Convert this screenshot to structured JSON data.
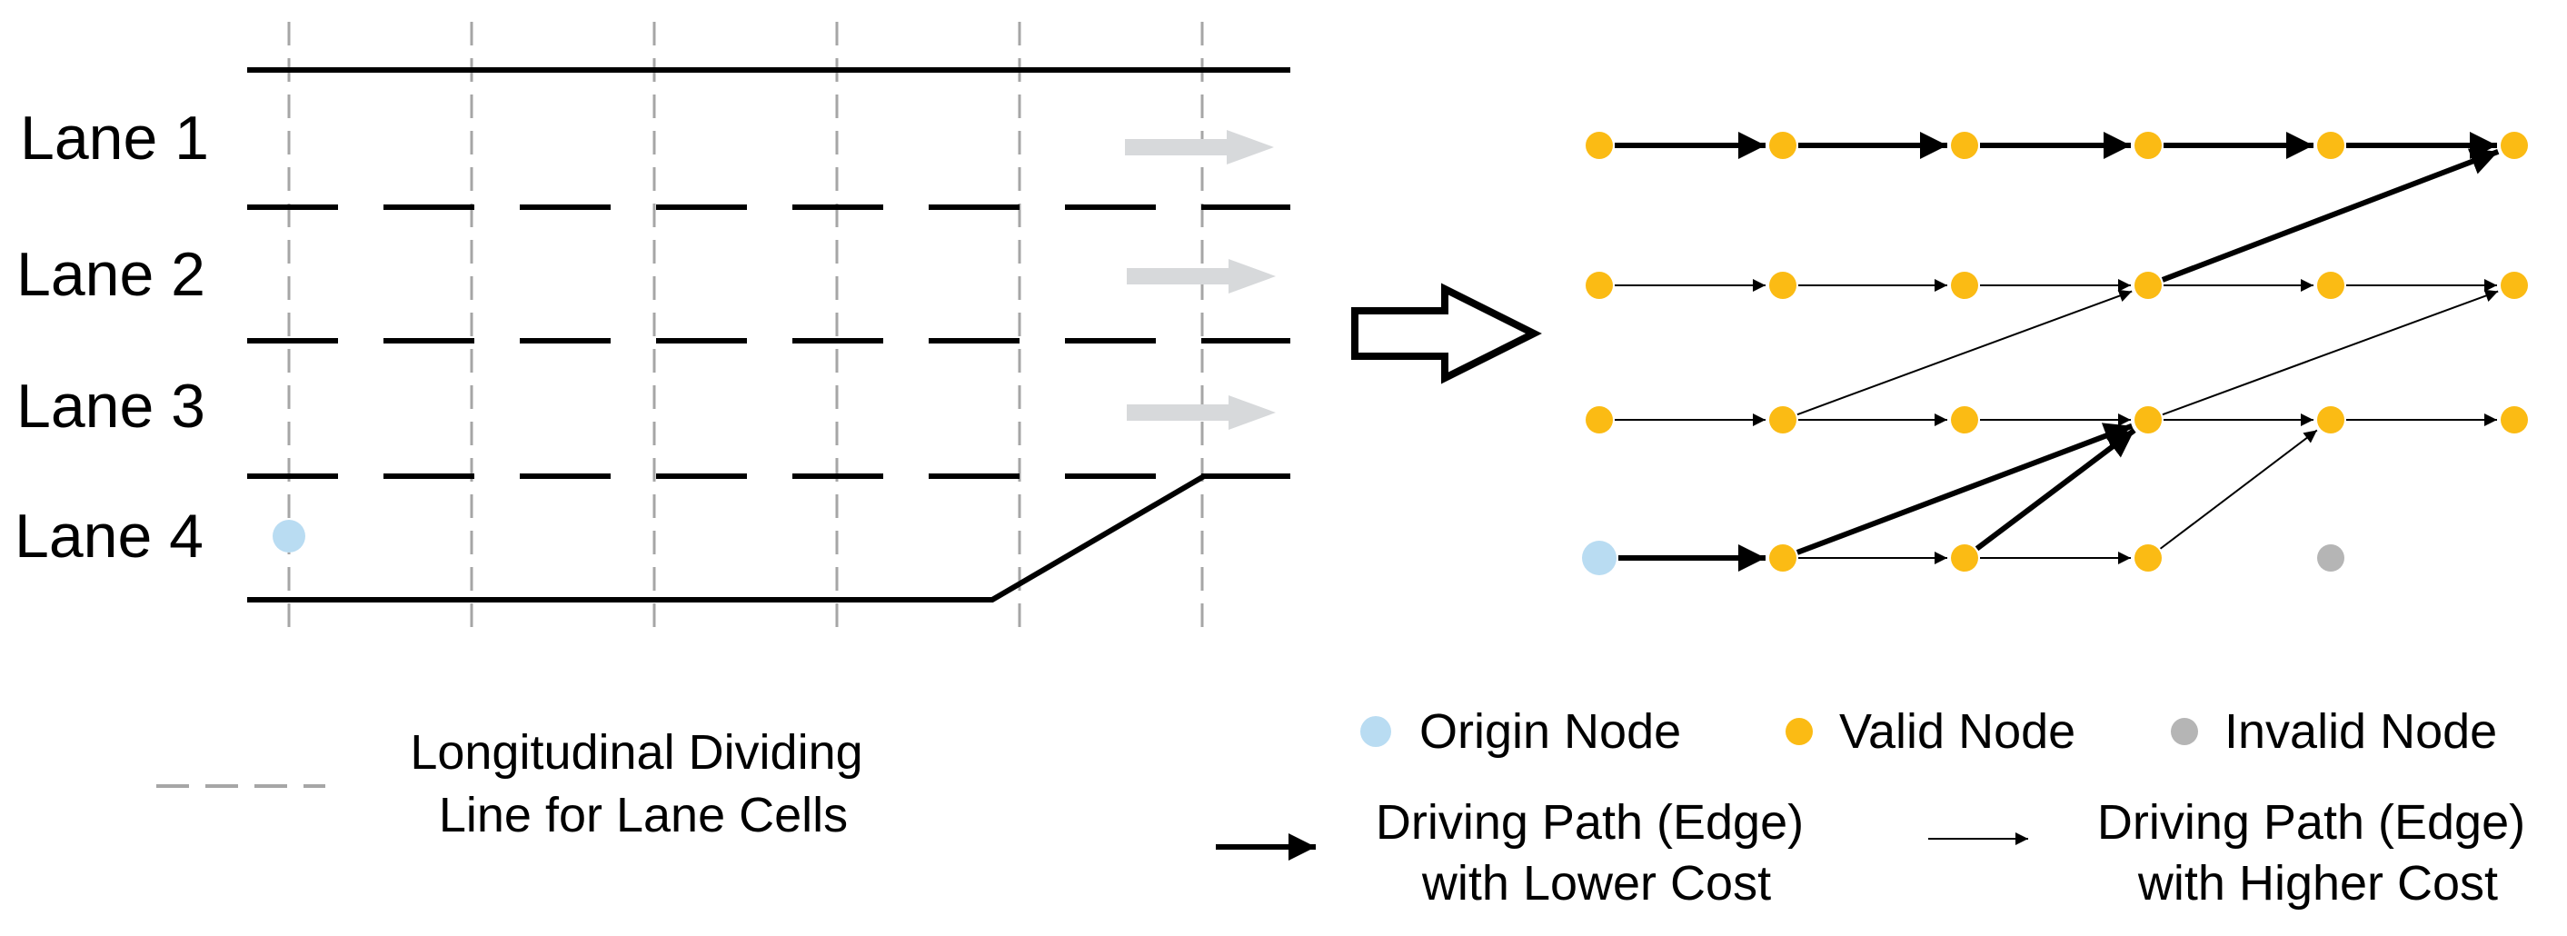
{
  "lanes": {
    "labels": [
      "Lane 1",
      "Lane 2",
      "Lane 3",
      "Lane 4"
    ]
  },
  "legend": {
    "divider_line": [
      "Longitudinal Dividing",
      "Line for Lane Cells"
    ],
    "origin_node": "Origin Node",
    "valid_node": "Valid Node",
    "invalid_node": "Invalid Node",
    "lower_cost_edge": [
      "Driving Path (Edge)",
      "with Lower Cost"
    ],
    "higher_cost_edge": [
      "Driving Path (Edge)",
      "with Higher Cost"
    ]
  },
  "colors": {
    "origin": "#b9dcf2",
    "valid": "#fbbb14",
    "invalid": "#b5b5b5",
    "lane_line": "#000000",
    "divider": "#a6a6a6",
    "flow_arrow": "#d7d9db"
  },
  "graph": {
    "nodes": [
      {
        "id": "1-1",
        "type": "valid"
      },
      {
        "id": "1-2",
        "type": "valid"
      },
      {
        "id": "1-3",
        "type": "valid"
      },
      {
        "id": "1-4",
        "type": "valid"
      },
      {
        "id": "1-5",
        "type": "valid"
      },
      {
        "id": "1-6",
        "type": "valid"
      },
      {
        "id": "2-1",
        "type": "valid"
      },
      {
        "id": "2-2",
        "type": "valid"
      },
      {
        "id": "2-3",
        "type": "valid"
      },
      {
        "id": "2-4",
        "type": "valid"
      },
      {
        "id": "2-5",
        "type": "valid"
      },
      {
        "id": "2-6",
        "type": "valid"
      },
      {
        "id": "3-1",
        "type": "valid"
      },
      {
        "id": "3-2",
        "type": "valid"
      },
      {
        "id": "3-3",
        "type": "valid"
      },
      {
        "id": "3-4",
        "type": "valid"
      },
      {
        "id": "3-5",
        "type": "valid"
      },
      {
        "id": "3-6",
        "type": "valid"
      },
      {
        "id": "4-1",
        "type": "origin"
      },
      {
        "id": "4-2",
        "type": "valid"
      },
      {
        "id": "4-3",
        "type": "valid"
      },
      {
        "id": "4-4",
        "type": "valid"
      },
      {
        "id": "4-5",
        "type": "invalid"
      }
    ],
    "edges": [
      {
        "from": "1-1",
        "to": "1-2",
        "cost": "lower"
      },
      {
        "from": "1-2",
        "to": "1-3",
        "cost": "lower"
      },
      {
        "from": "1-3",
        "to": "1-4",
        "cost": "lower"
      },
      {
        "from": "1-4",
        "to": "1-5",
        "cost": "lower"
      },
      {
        "from": "1-5",
        "to": "1-6",
        "cost": "lower"
      },
      {
        "from": "2-1",
        "to": "2-2",
        "cost": "higher"
      },
      {
        "from": "2-2",
        "to": "2-3",
        "cost": "higher"
      },
      {
        "from": "2-3",
        "to": "2-4",
        "cost": "higher"
      },
      {
        "from": "2-4",
        "to": "2-5",
        "cost": "higher"
      },
      {
        "from": "2-5",
        "to": "2-6",
        "cost": "higher"
      },
      {
        "from": "2-4",
        "to": "1-6",
        "cost": "lower"
      },
      {
        "from": "3-1",
        "to": "3-2",
        "cost": "higher"
      },
      {
        "from": "3-2",
        "to": "3-3",
        "cost": "higher"
      },
      {
        "from": "3-3",
        "to": "3-4",
        "cost": "higher"
      },
      {
        "from": "3-4",
        "to": "3-5",
        "cost": "higher"
      },
      {
        "from": "3-5",
        "to": "3-6",
        "cost": "higher"
      },
      {
        "from": "3-2",
        "to": "2-4",
        "cost": "higher"
      },
      {
        "from": "3-4",
        "to": "2-6",
        "cost": "higher"
      },
      {
        "from": "4-1",
        "to": "4-2",
        "cost": "lower"
      },
      {
        "from": "4-2",
        "to": "4-3",
        "cost": "higher"
      },
      {
        "from": "4-3",
        "to": "4-4",
        "cost": "higher"
      },
      {
        "from": "4-2",
        "to": "3-4",
        "cost": "lower"
      },
      {
        "from": "4-3",
        "to": "3-4",
        "cost": "lower"
      },
      {
        "from": "4-4",
        "to": "3-5",
        "cost": "higher"
      }
    ]
  }
}
